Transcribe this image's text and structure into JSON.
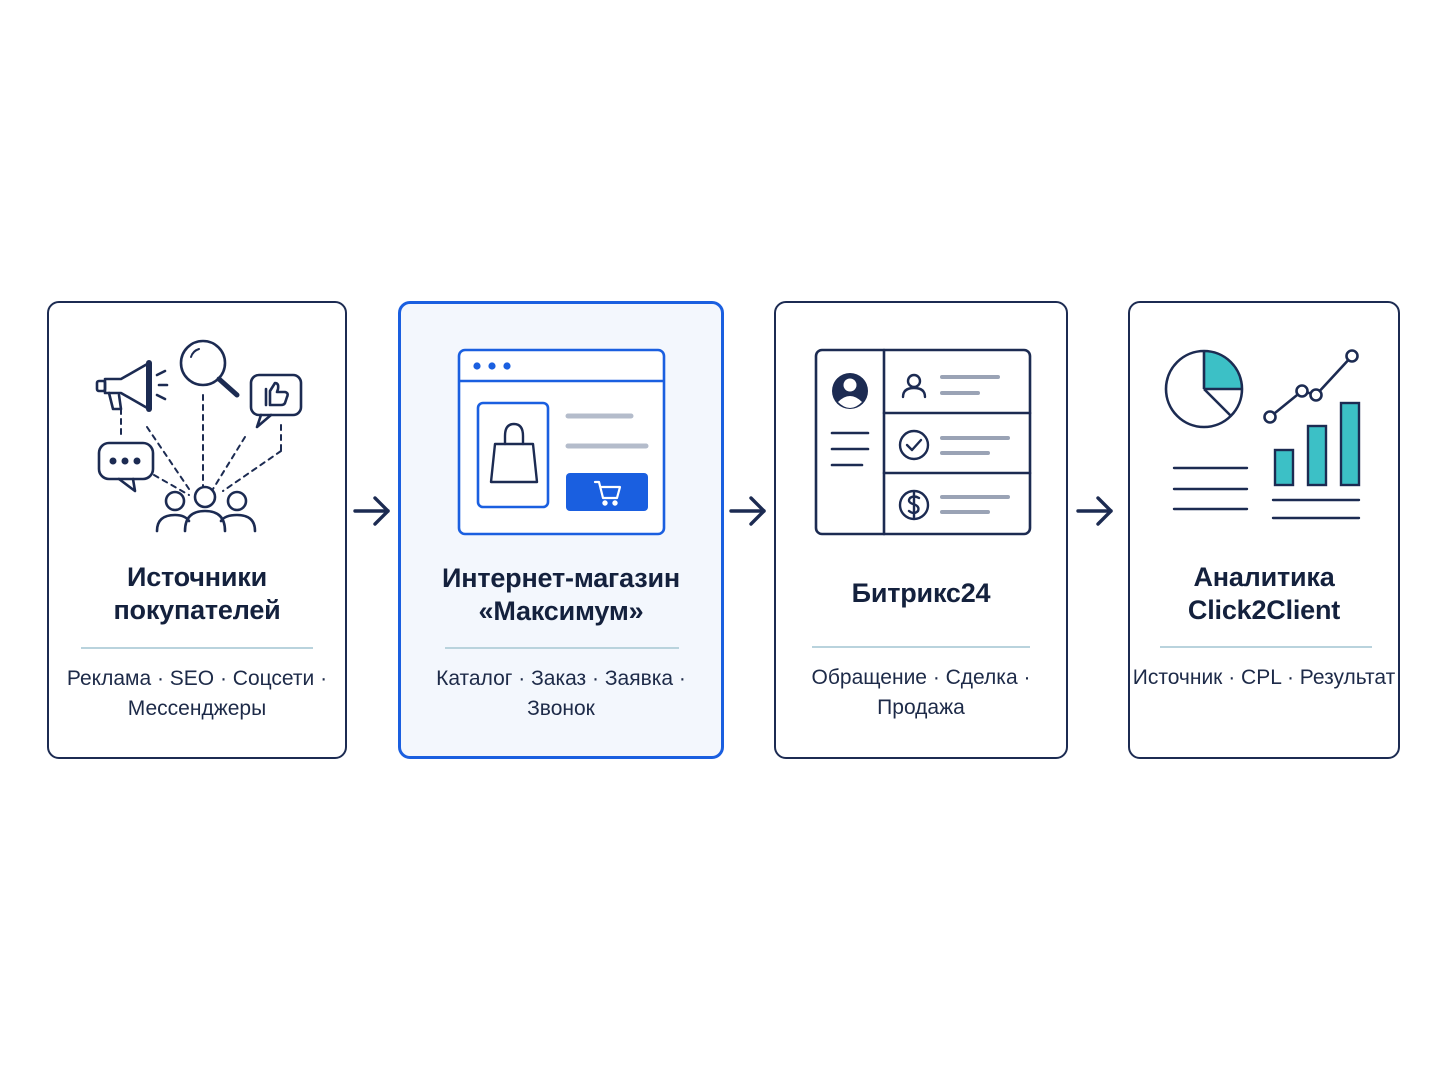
{
  "colors": {
    "navy": "#1c2b52",
    "accent_blue": "#1a5fe0",
    "teal": "#3cc0c6",
    "divider": "#b9d3dd",
    "highlight_bg": "#f3f7fd"
  },
  "steps": [
    {
      "title_lines": [
        "Источники",
        "покупателей"
      ],
      "subtitle_lines": [
        "Реклама · SEO · Соцсети ·",
        "Мессенджеры"
      ],
      "icons": [
        "megaphone-icon",
        "magnifier-icon",
        "thumbs-up-icon",
        "chat-bubble-icon",
        "people-group-icon"
      ]
    },
    {
      "title_lines": [
        "Интернет-магазин",
        "«Максимум»"
      ],
      "subtitle_lines": [
        "Каталог · Заказ · Заявка ·",
        "Звонок"
      ],
      "icons": [
        "browser-window-icon",
        "shopping-bag-icon",
        "cart-icon"
      ]
    },
    {
      "title_lines": [
        "Битрикс24"
      ],
      "subtitle_lines": [
        "Обращение · Сделка ·",
        "Продажа"
      ],
      "icons": [
        "crm-panel-icon",
        "user-icon",
        "check-icon",
        "dollar-icon"
      ]
    },
    {
      "title_lines": [
        "Аналитика",
        "Click2Client"
      ],
      "subtitle_lines": [
        "Источник · CPL · Результат"
      ],
      "icons": [
        "pie-chart-icon",
        "line-trend-icon",
        "bar-chart-icon"
      ]
    }
  ]
}
